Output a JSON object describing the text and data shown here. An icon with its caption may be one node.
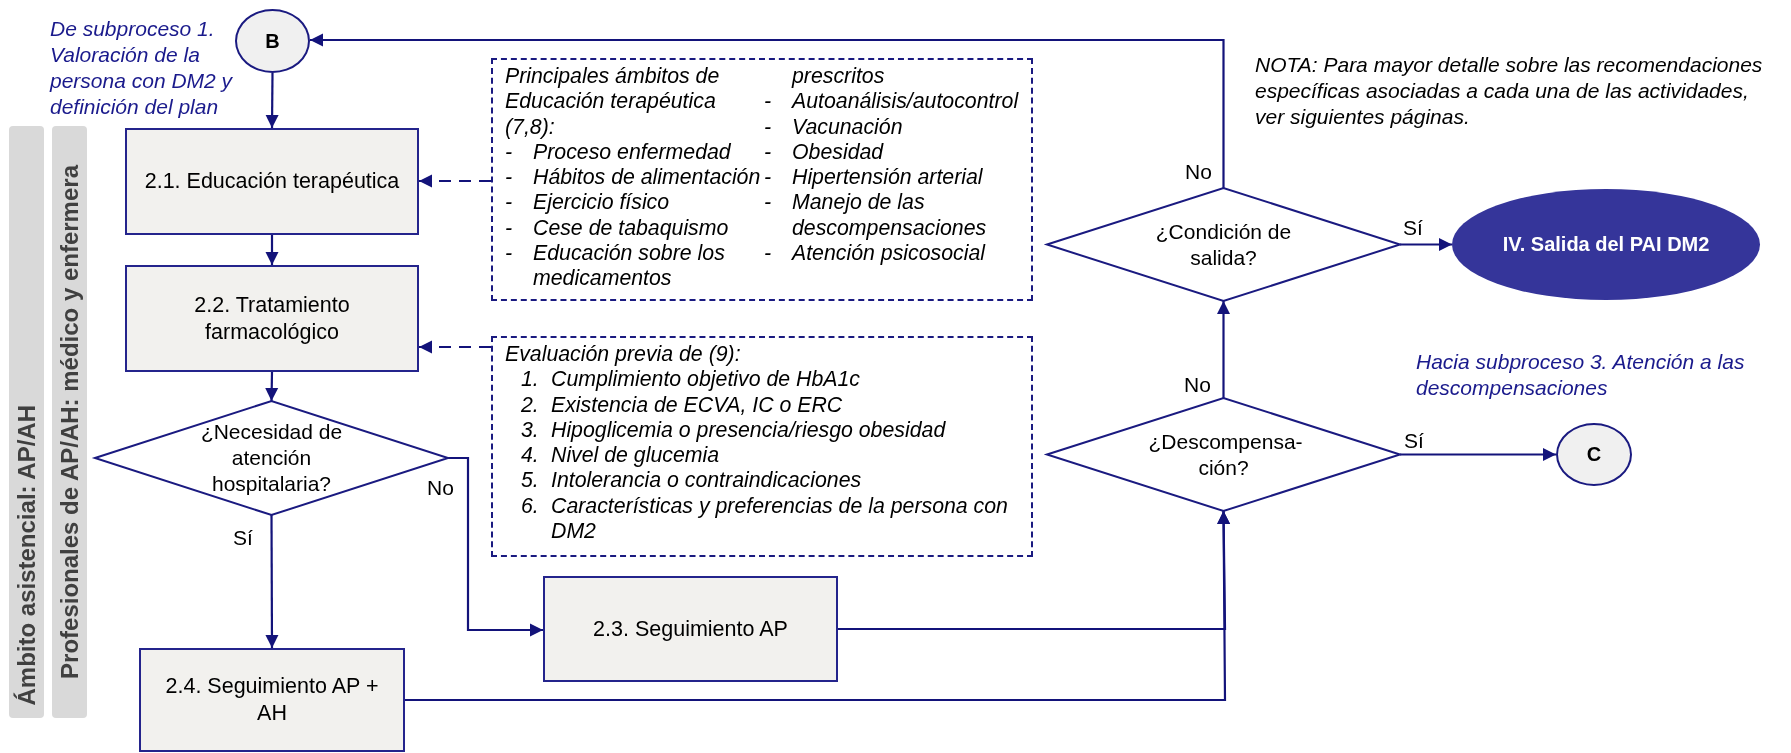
{
  "diagram": {
    "nodes": [
      {
        "text": [
          "Ámbito asistencial: AP/AH"
        ]
      },
      {
        "text": [
          "Profesionales de AP/AH: médico y enfermera"
        ]
      },
      {
        "text": [
          "B"
        ],
        "beside": [
          "De subproceso 1. Valoración de la persona con DM2 y definición del plan"
        ]
      },
      {
        "text": [
          "2.1. Educación terapéutica"
        ]
      },
      {
        "text": [
          "Principales ámbitos de Educación terapéutica (7,8):",
          "- Proceso enfermedad",
          "- Hábitos de alimentación",
          "- Ejercicio físico",
          "- Cese de tabaquismo",
          "- Educación sobre los medicamentos prescritos",
          "- Autoanálisis/autocontrol",
          "- Vacunación",
          "- Obesidad",
          "- Hipertensión arterial",
          "- Manejo de las descompensaciones",
          "- Atención psicosocial"
        ]
      },
      {
        "text": [
          "2.2. Tratamiento farmacológico"
        ]
      },
      {
        "text": [
          "Evaluación previa de (9):",
          "1. Cumplimiento objetivo de HbA1c",
          "2. Existencia de ECVA, IC o ERC",
          "3. Hipoglicemia o presencia/riesgo obesidad",
          "4. Nivel de glucemia",
          "5. Intolerancia o contraindicaciones",
          "6. Características y preferencias de la persona con DM2"
        ]
      },
      {
        "text": [
          "¿Necesidad de atención hospitalaria?"
        ]
      },
      {
        "text": [
          "2.3. Seguimiento AP"
        ]
      },
      {
        "text": [
          "2.4. Seguimiento AP + AH"
        ]
      },
      {
        "text": [
          "¿Condición de salida?"
        ]
      },
      {
        "text": [
          "IV. Salida del PAI DM2"
        ]
      },
      {
        "text": [
          "¿Descompensa-ción?"
        ]
      },
      {
        "text": [
          "C"
        ],
        "beside": [
          "Hacia subproceso 3. Atención a las descompensaciones"
        ]
      }
    ],
    "edges": [
      {
        "from": 2,
        "to": 3,
        "arrow": "to"
      },
      {
        "from": 3,
        "to": 5,
        "arrow": "to"
      },
      {
        "from": 5,
        "to": 7,
        "arrow": "to"
      },
      {
        "from": 7,
        "to": 9,
        "arrow": "to",
        "label": "Sí"
      },
      {
        "from": 7,
        "to": 8,
        "arrow": "to",
        "label": "No"
      },
      {
        "from": 8,
        "to": 12,
        "arrow": "to"
      },
      {
        "from": 9,
        "to": 12,
        "arrow": "to"
      },
      {
        "from": 12,
        "to": 10,
        "arrow": "to",
        "label": "No"
      },
      {
        "from": 10,
        "to": 11,
        "arrow": "to",
        "label": "Sí"
      },
      {
        "from": 10,
        "to": 2,
        "arrow": "to",
        "label": "No"
      },
      {
        "from": 12,
        "to": 13,
        "arrow": "to",
        "label": "Sí"
      },
      {
        "from": 4,
        "to": 3,
        "arrow": "to",
        "style": "dashed"
      },
      {
        "from": 6,
        "to": 5,
        "arrow": "to",
        "style": "dashed"
      }
    ],
    "labels": [
      "NOTA: Para mayor detalle sobre las recomendaciones específicas asociadas a cada una de las actividades, ver siguientes páginas."
    ]
  }
}
